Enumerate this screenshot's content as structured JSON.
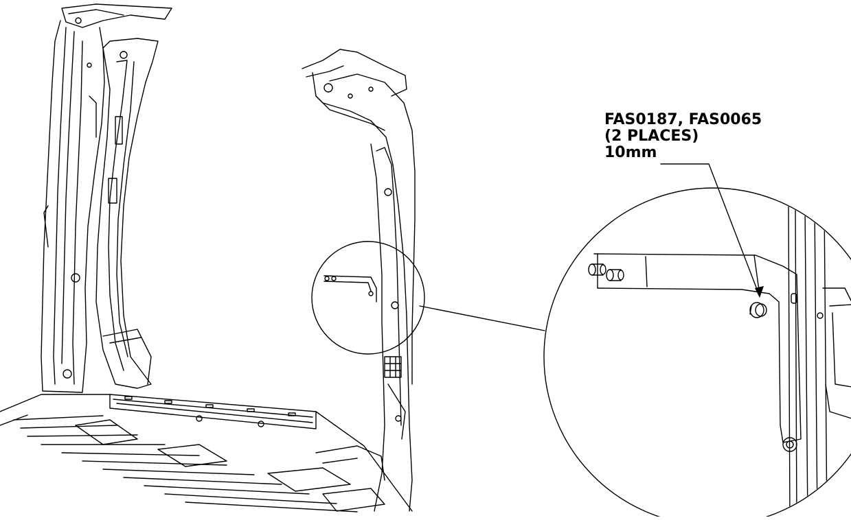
{
  "callout": {
    "parts_line": "FAS0187, FAS0065",
    "places_line": "(2 PLACES)",
    "size_line": "10mm"
  },
  "colors": {
    "line": "#000000",
    "background": "#ffffff"
  }
}
